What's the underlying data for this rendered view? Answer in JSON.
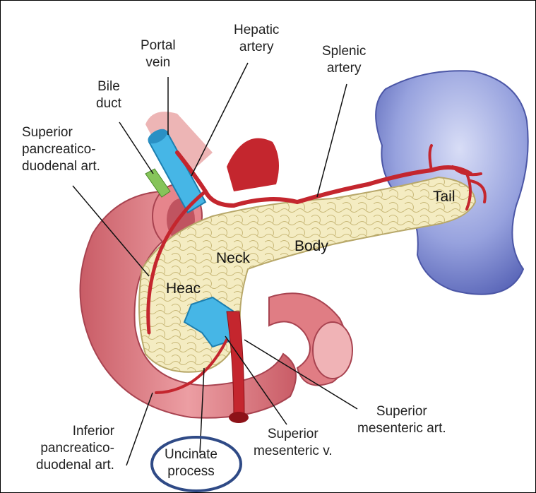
{
  "labels": {
    "hepatic_artery": "Hepatic\nartery",
    "portal_vein": "Portal\nvein",
    "splenic_artery": "Splenic\nartery",
    "bile_duct": "Bile\nduct",
    "superior_pd_art": "Superior\npancreatico-\nduodenal art.",
    "inferior_pd_art": "Inferior\npancreatico-\nduodenal art.",
    "uncinate_process": "Uncinate\nprocess",
    "superior_mesenteric_v": "Superior\nmesenteric v.",
    "superior_mesenteric_art": "Superior\nmesenteric art."
  },
  "regions": {
    "tail": "Tail",
    "body": "Body",
    "neck": "Neck",
    "head": "Heac"
  },
  "colors": {
    "artery": "#c4262e",
    "artery_dark": "#8d1218",
    "vein": "#46b6e6",
    "vein_dark": "#1c7fb0",
    "pancreas": "#f4ecc2",
    "pancreas_edge": "#b8a86a",
    "duodenum": "#e07d84",
    "duodenum_dark": "#b04a55",
    "spleen": "#97a2de",
    "spleen_dark": "#5a66b8",
    "highlight_circle": "#2f4a86"
  }
}
